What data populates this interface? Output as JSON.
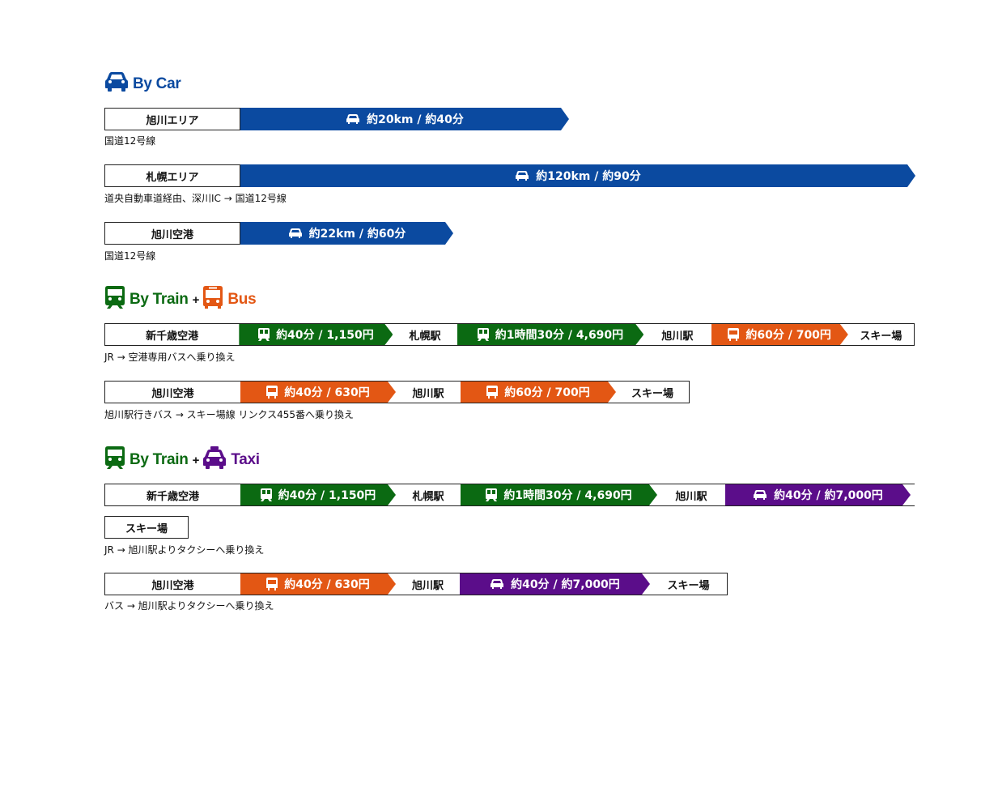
{
  "car": {
    "heading": "By Car",
    "routes": [
      {
        "from": "旭川エリア",
        "label": "約20km / 約40分",
        "note": "国道12号線"
      },
      {
        "from": "札幌エリア",
        "label": "約120km / 約90分",
        "note": "道央自動車道経由、深川IC → 国道12号線"
      },
      {
        "from": "旭川空港",
        "label": "約22km / 約60分",
        "note": "国道12号線"
      }
    ]
  },
  "train_bus": {
    "heading_train": "By Train",
    "plus": "+",
    "heading_bus": "Bus",
    "route1": {
      "p0": "新千歳空港",
      "s1": "約40分 / 1,150円",
      "p1": "札幌駅",
      "s2": "約1時間30分 / 4,690円",
      "p2": "旭川駅",
      "s3": "約60分 / 700円",
      "p3": "スキー場",
      "note": "JR → 空港専用バスへ乗り換え"
    },
    "route2": {
      "p0": "旭川空港",
      "s1": "約40分 / 630円",
      "p1": "旭川駅",
      "s2": "約60分 / 700円",
      "p2": "スキー場",
      "note": "旭川駅行きバス → スキー場線 リンクス455番へ乗り換え"
    }
  },
  "train_taxi": {
    "heading_train": "By Train",
    "plus": "+",
    "heading_taxi": "Taxi",
    "route1": {
      "p0": "新千歳空港",
      "s1": "約40分 / 1,150円",
      "p1": "札幌駅",
      "s2": "約1時間30分 / 4,690円",
      "p2": "旭川駅",
      "s3": "約40分 / 約7,000円",
      "p3": "スキー場",
      "note": "JR → 旭川駅よりタクシーへ乗り換え"
    },
    "route2": {
      "p0": "旭川空港",
      "s1": "約40分 / 630円",
      "p1": "旭川駅",
      "s2": "約40分 / 約7,000円",
      "p2": "スキー場",
      "note": "バス → 旭川駅よりタクシーへ乗り換え"
    }
  },
  "colors": {
    "car": "#0b4aa0",
    "train": "#0b6a12",
    "bus": "#e35714",
    "taxi": "#5b0d8a"
  },
  "icons": {
    "car": "car-icon",
    "train": "train-icon",
    "bus": "bus-icon",
    "taxi": "taxi-icon"
  }
}
